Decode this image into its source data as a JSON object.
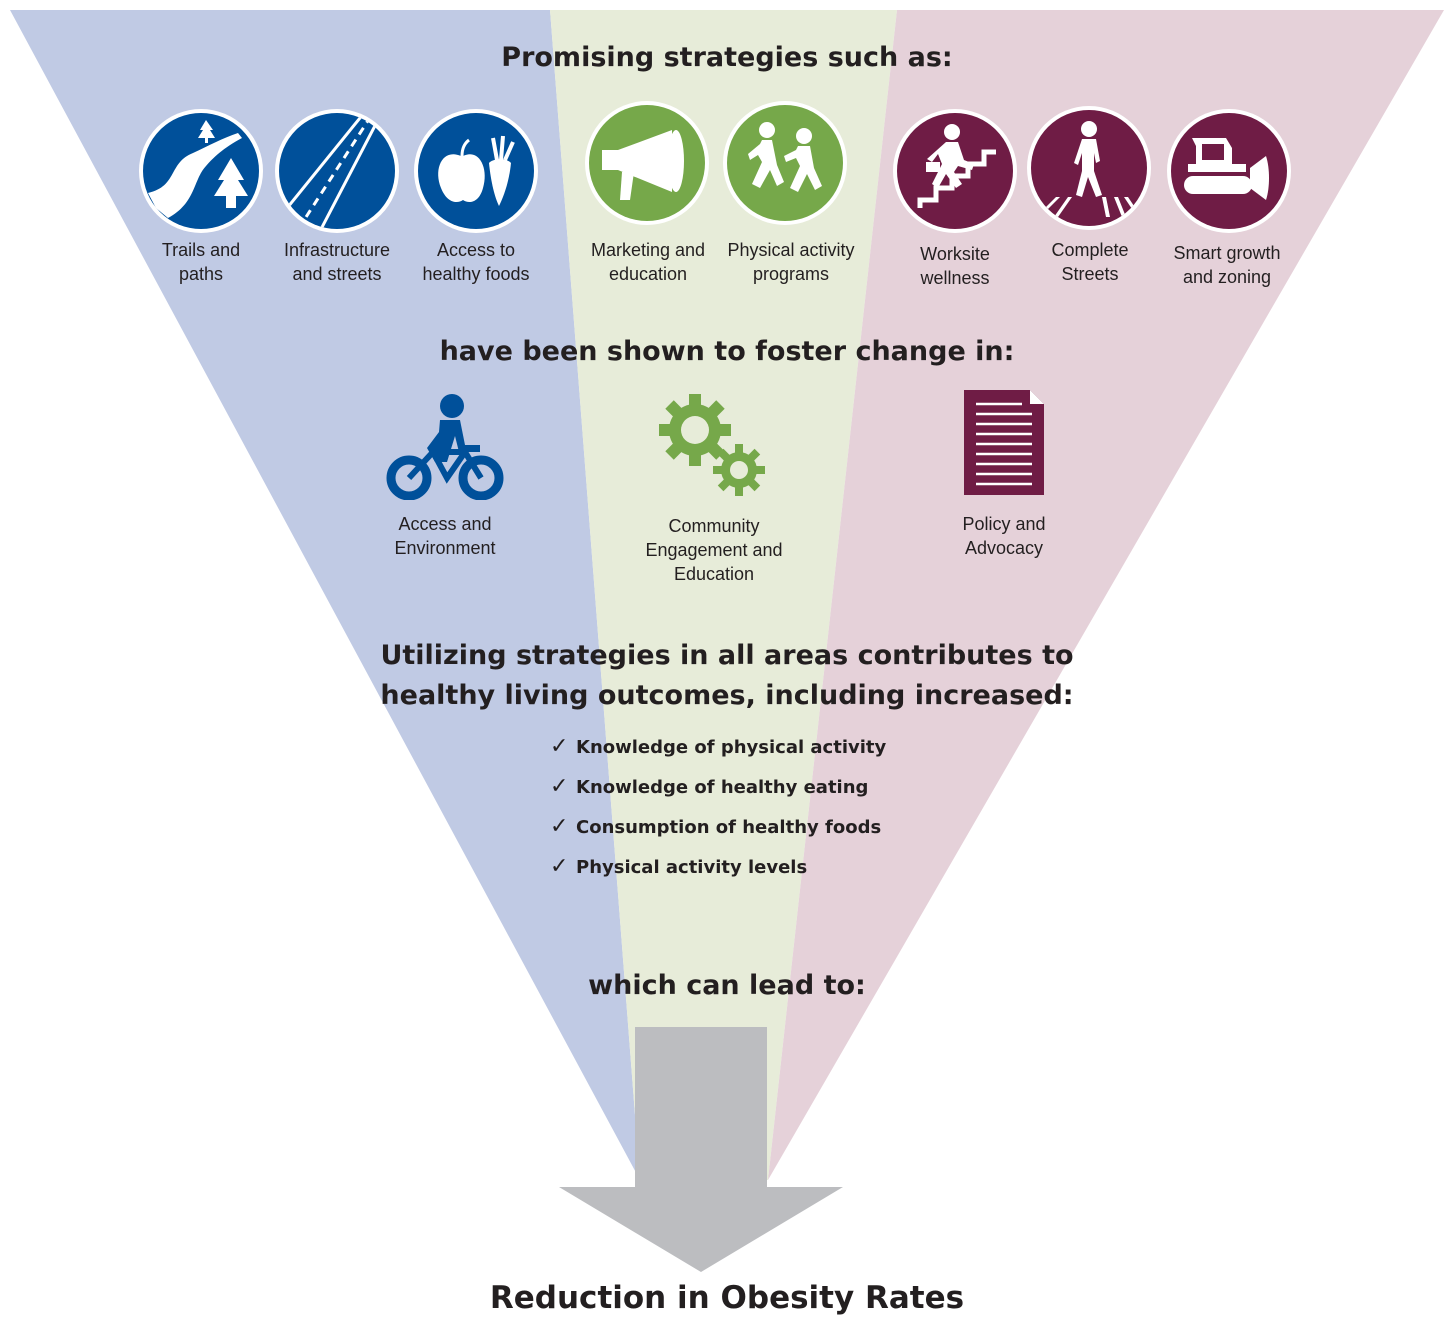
{
  "colors": {
    "blue_bg": "#c0cae4",
    "green_bg": "#e7ecd9",
    "maroon_bg": "#e5d1d9",
    "blue": "#00509a",
    "green": "#76a84a",
    "maroon": "#6f1c45",
    "arrow": "#bcbdc0"
  },
  "headings": {
    "strategies": "Promising strategies such as:",
    "foster": "have been shown to foster change in:",
    "utilizing_line1": "Utilizing strategies in all areas contributes to",
    "utilizing_line2": "healthy living outcomes, including increased:",
    "lead": "which can lead to:",
    "result": "Reduction in Obesity Rates"
  },
  "strategies": [
    {
      "icon": "trail-tree-icon",
      "line1": "Trails and",
      "line2": "paths"
    },
    {
      "icon": "road-icon",
      "line1": "Infrastructure",
      "line2": "and streets"
    },
    {
      "icon": "apple-carrot-icon",
      "line1": "Access to",
      "line2": "healthy foods"
    },
    {
      "icon": "megaphone-icon",
      "line1": "Marketing and",
      "line2": "education"
    },
    {
      "icon": "running-kids-icon",
      "line1": "Physical activity",
      "line2": "programs"
    },
    {
      "icon": "stairs-walker-icon",
      "line1": "Worksite",
      "line2": "wellness"
    },
    {
      "icon": "crosswalk-icon",
      "line1": "Complete",
      "line2": "Streets"
    },
    {
      "icon": "bulldozer-icon",
      "line1": "Smart growth",
      "line2": "and zoning"
    }
  ],
  "areas": [
    {
      "icon": "bicycle-icon",
      "line1": "Access and",
      "line2": "Environment",
      "line3": ""
    },
    {
      "icon": "gears-icon",
      "line1": "Community",
      "line2": "Engagement and",
      "line3": "Education"
    },
    {
      "icon": "document-icon",
      "line1": "Policy and",
      "line2": "Advocacy",
      "line3": ""
    }
  ],
  "outcomes": [
    "Knowledge of physical activity",
    "Knowledge of healthy eating",
    "Consumption of healthy foods",
    "Physical activity levels"
  ],
  "check_glyph": "✓"
}
